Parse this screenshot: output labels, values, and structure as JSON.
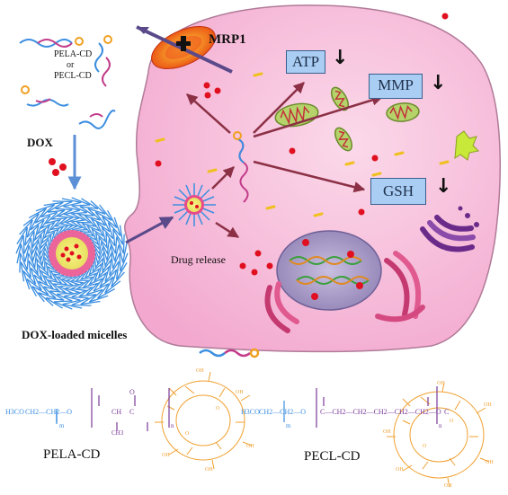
{
  "left_panel": {
    "polymer_label_1": "PELA-CD",
    "polymer_label_or": "or",
    "polymer_label_2": "PECL-CD",
    "drug_label": "DOX",
    "micelle_label": "DOX-loaded micelles"
  },
  "cell": {
    "pump_label": "MRP1",
    "drug_release_label": "Drug release",
    "markers": [
      {
        "name": "ATP",
        "trend": "↓"
      },
      {
        "name": "MMP",
        "trend": "↓"
      },
      {
        "name": "GSH",
        "trend": "↓"
      }
    ]
  },
  "structures": {
    "left_name": "PELA-CD",
    "right_name": "PECL-CD",
    "left_formula": {
      "start": "H3CO",
      "peg": "CH2—CH2—O",
      "peg_sub": "m",
      "pla_ch": "CH",
      "pla_ch3": "CH3",
      "pla_c": "C",
      "pla_o": "O",
      "pla_sub": "n"
    },
    "right_formula": {
      "start": "H3CO",
      "peg": "CH2—CH2—O",
      "peg_sub": "m",
      "pcl": "C—CH2—CH2—CH2—CH2—CH2—O",
      "pcl_sub": "n",
      "tail": "C"
    },
    "cd_hydroxyl": "OH",
    "cd_ring_o": "O"
  },
  "colors": {
    "cell_fill": "#f7bedd",
    "cell_border": "#b07a98",
    "nucleus": "#a99bc9",
    "box_fill": "#a9cdf3",
    "box_border": "#3a5f8f",
    "arrow": "#8b3045",
    "dox": "#e01020",
    "peg_blue": "#3b8ee0",
    "polyester_purple": "#7a3a9a",
    "cd_orange": "#f0a030"
  }
}
